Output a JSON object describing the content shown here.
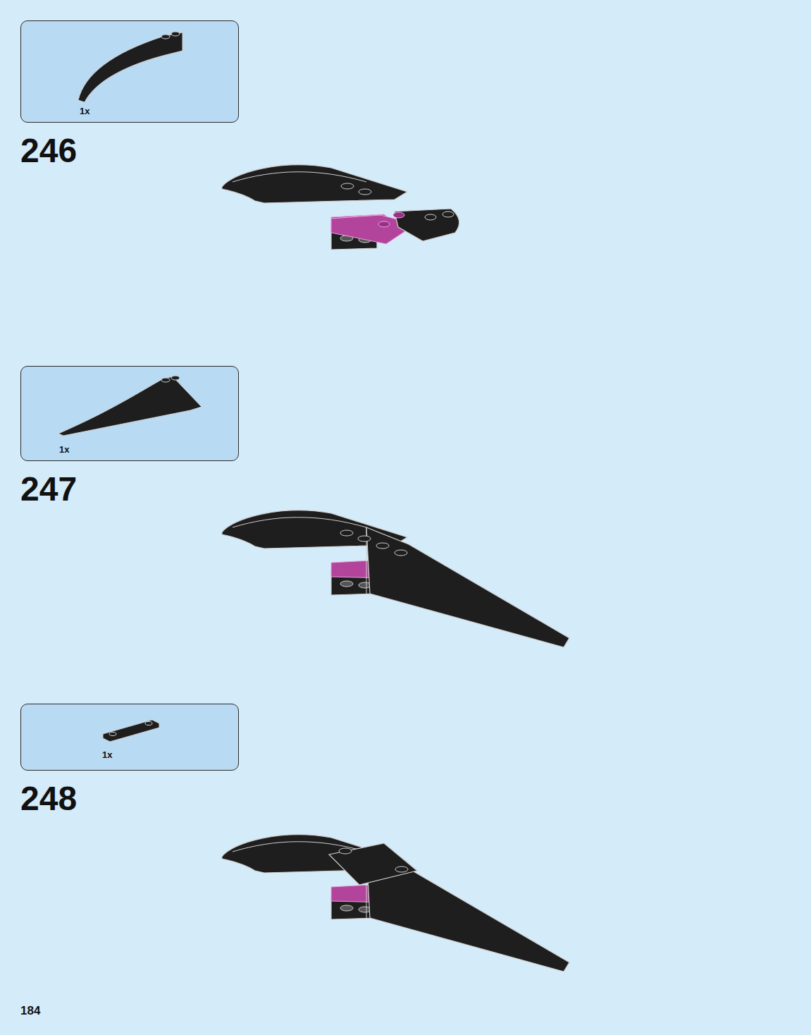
{
  "diagram": {
    "nodes": [
      {
        "text": [
          "1x"
        ]
      },
      {
        "text": [
          "1x"
        ]
      },
      {
        "text": [
          "1x"
        ]
      }
    ],
    "labels": [
      "246",
      "247",
      "248",
      "184"
    ]
  }
}
